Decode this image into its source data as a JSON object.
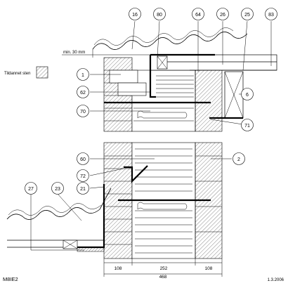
{
  "callouts": {
    "c16": "16",
    "c80": "80",
    "c64": "64",
    "c26": "26",
    "c25": "25",
    "c83": "83",
    "c1": "1",
    "c62": "62",
    "c70": "70",
    "c6": "6",
    "c71": "71",
    "c60": "60",
    "c2": "2",
    "c72": "72",
    "c21": "21",
    "c23": "23",
    "c27": "27"
  },
  "annotations": {
    "min_30": "min. 30 mm",
    "tildannet": "Tildannet sten"
  },
  "dimensions": {
    "d108a": "108",
    "d252": "252",
    "d108b": "108",
    "total": "468"
  },
  "footer": {
    "code": "M8IE2",
    "date": "1.3.2006"
  }
}
